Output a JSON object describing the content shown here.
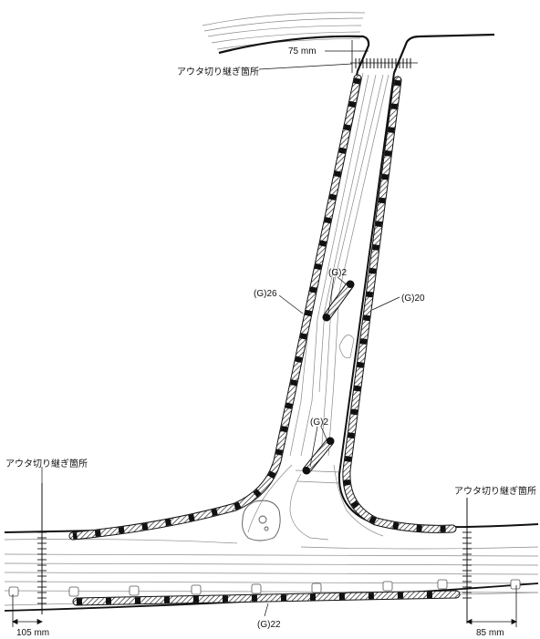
{
  "labels": {
    "dim_top": "75 mm",
    "cut_top": "アウタ切り継ぎ箇所",
    "cut_left": "アウタ切り継ぎ箇所",
    "cut_right": "アウタ切り継ぎ箇所",
    "dim_left": "105 mm",
    "dim_right": "85 mm",
    "weld_g26": "(G)26",
    "weld_g20": "(G)20",
    "weld_g2_upper": "(G)2",
    "weld_g2_lower": "(G)2",
    "weld_g22": "(G)22"
  },
  "colors": {
    "line": "#111111",
    "thin_line": "#777777",
    "hatch": "#222222"
  }
}
